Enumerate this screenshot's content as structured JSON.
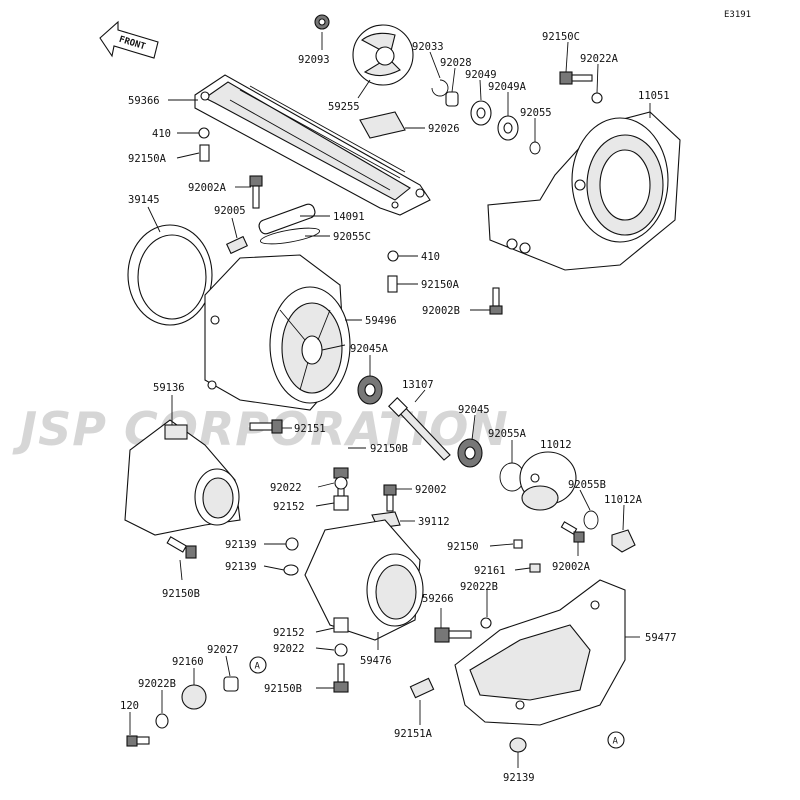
{
  "diagram_code": "E3191",
  "front_label": "FRONT",
  "watermark": "JSP CORPORATION",
  "callout_letter": "A",
  "parts": {
    "p92093": "92093",
    "p59255": "59255",
    "p92033": "92033",
    "p92028": "92028",
    "p92049": "92049",
    "p92049A": "92049A",
    "p92055": "92055",
    "p92150C": "92150C",
    "p92022A": "92022A",
    "p11051": "11051",
    "p59366": "59366",
    "p410a": "410",
    "p92150Aa": "92150A",
    "p92026": "92026",
    "p92002A_top": "92002A",
    "p39145": "39145",
    "p92005": "92005",
    "p14091": "14091",
    "p92055C": "92055C",
    "p410b": "410",
    "p92150Ab": "92150A",
    "p92002B": "92002B",
    "p59496": "59496",
    "p92045A": "92045A",
    "p59136": "59136",
    "p13107": "13107",
    "p92151": "92151",
    "p92045": "92045",
    "p92055A": "92055A",
    "p11012": "11012",
    "p92150B_top": "92150B",
    "p92022_top": "92022",
    "p92002": "92002",
    "p92055B": "92055B",
    "p11012A": "11012A",
    "p92152_top": "92152",
    "p39112": "39112",
    "p92139a": "92139",
    "p92150": "92150",
    "p92139b": "92139",
    "p92002A_mid": "92002A",
    "p92150B_left": "92150B",
    "p92161": "92161",
    "p92022B_r": "92022B",
    "p59266": "59266",
    "p59477": "59477",
    "p92152_bot": "92152",
    "p92022_bot": "92022",
    "p59476": "59476",
    "p92027": "92027",
    "p92160": "92160",
    "p92022B_l": "92022B",
    "p92150B_bot": "92150B",
    "p120": "120",
    "p92151A": "92151A",
    "p92139c": "92139"
  }
}
